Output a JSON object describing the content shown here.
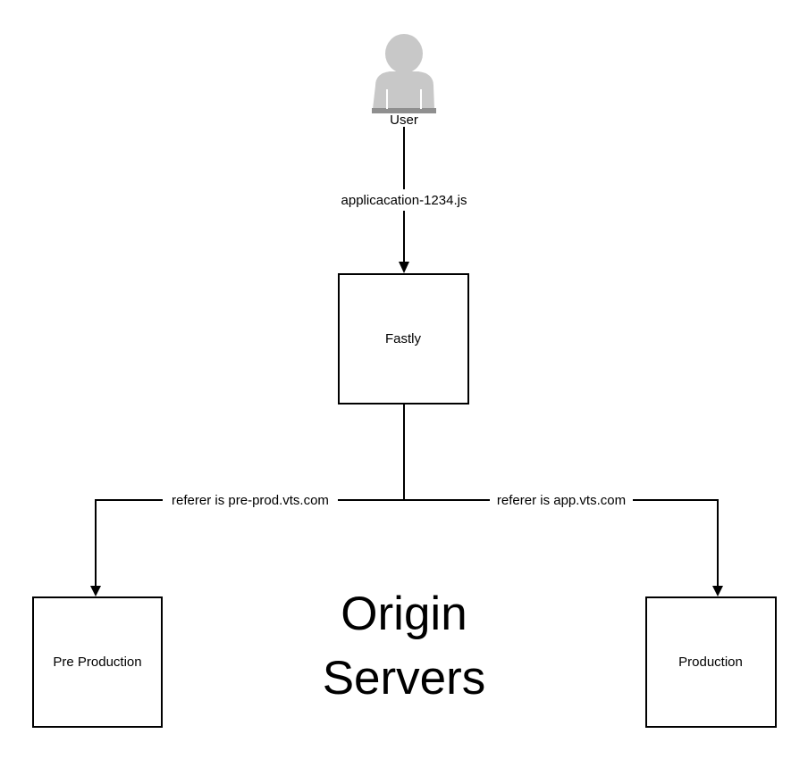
{
  "user": {
    "label": "User",
    "icon": "user-icon",
    "colors": {
      "body": "#c8c8c8",
      "accent": "#8f8f8f"
    }
  },
  "edges": {
    "user_to_fastly": "applicacation-1234.js",
    "to_pre_production": "referer is pre-prod.vts.com",
    "to_production": "referer is app.vts.com"
  },
  "nodes": {
    "fastly": "Fastly",
    "pre_production": "Pre Production",
    "production": "Production"
  },
  "group_title": {
    "line1": "Origin",
    "line2": "Servers"
  }
}
